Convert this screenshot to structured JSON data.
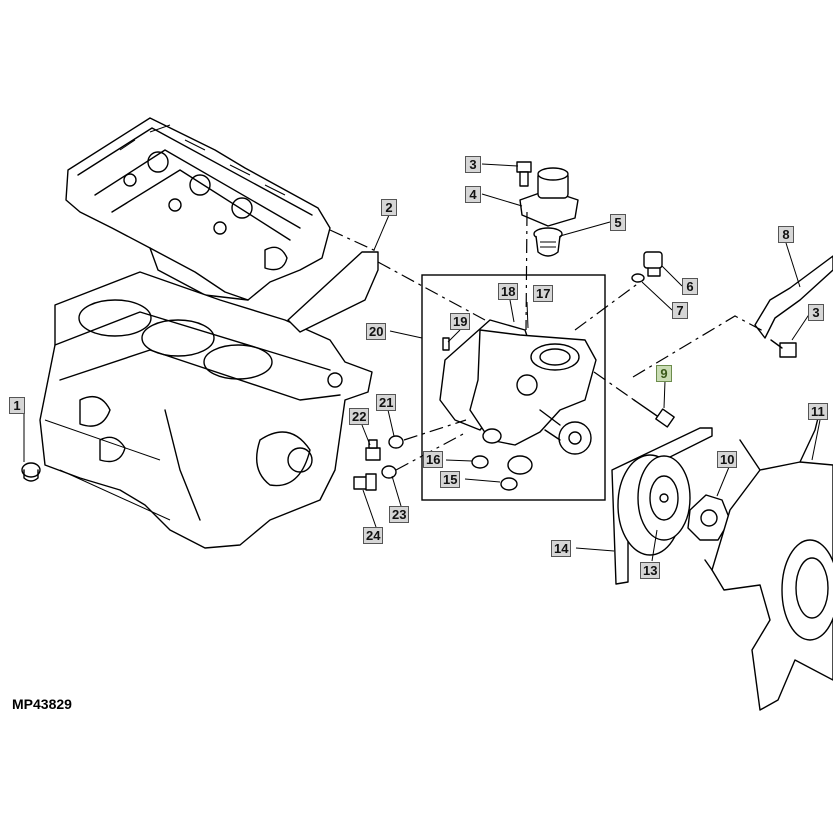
{
  "reference_code": "MP43829",
  "highlight_color": "#c9dcb4",
  "callouts": [
    {
      "id": "c1",
      "label": "1"
    },
    {
      "id": "c2",
      "label": "2"
    },
    {
      "id": "c3a",
      "label": "3"
    },
    {
      "id": "c3b",
      "label": "3"
    },
    {
      "id": "c4",
      "label": "4"
    },
    {
      "id": "c5",
      "label": "5"
    },
    {
      "id": "c6",
      "label": "6"
    },
    {
      "id": "c7",
      "label": "7"
    },
    {
      "id": "c8",
      "label": "8"
    },
    {
      "id": "c9",
      "label": "9",
      "highlighted": true
    },
    {
      "id": "c10",
      "label": "10"
    },
    {
      "id": "c11",
      "label": "11"
    },
    {
      "id": "c13",
      "label": "13"
    },
    {
      "id": "c14",
      "label": "14"
    },
    {
      "id": "c15",
      "label": "15"
    },
    {
      "id": "c16",
      "label": "16"
    },
    {
      "id": "c17",
      "label": "17"
    },
    {
      "id": "c18",
      "label": "18"
    },
    {
      "id": "c19",
      "label": "19"
    },
    {
      "id": "c20",
      "label": "20"
    },
    {
      "id": "c21",
      "label": "21"
    },
    {
      "id": "c22",
      "label": "22"
    },
    {
      "id": "c23",
      "label": "23"
    },
    {
      "id": "c24",
      "label": "24"
    }
  ]
}
